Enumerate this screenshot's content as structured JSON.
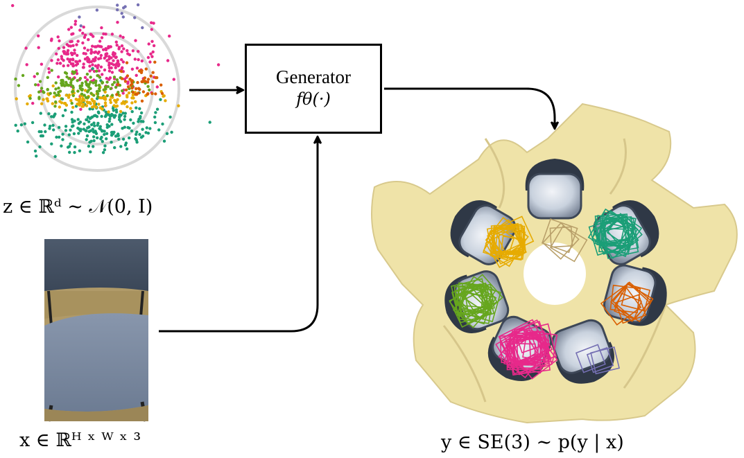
{
  "generator": {
    "title": "Generator",
    "function": "fθ(·)"
  },
  "labels": {
    "latent": "z ∈ ℝᵈ ∼ 𝒩(0, I)",
    "image": "x ∈ ℝᴴ ˣ ᵂ ˣ ³",
    "output": "y ∈ SE(3) ∼ p(y | x)"
  },
  "colors": {
    "magenta": "#e7298a",
    "green": "#66a61e",
    "yellow": "#e6ab02",
    "teal": "#1b9e77",
    "orange": "#d95f02",
    "purple": "#7570b3",
    "ring": "#d9d9d9",
    "chair_blue": "#6f7f96",
    "scene_beige": "#efe3a8"
  },
  "icons": [
    "latent-scatter",
    "chair-photo",
    "scene-reconstruction"
  ]
}
